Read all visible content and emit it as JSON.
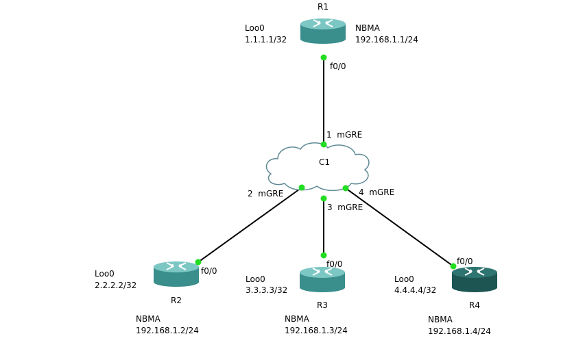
{
  "colors": {
    "router_teal": "#3a8e8c",
    "router_top": "#7cc7c4",
    "router_dark": "#1d5552",
    "router_dark_top": "#2e7470",
    "link": "#000000",
    "port_dot": "#22dd22",
    "cloud_stroke": "#5f8a96"
  },
  "cloud": {
    "name": "C1"
  },
  "routers": {
    "r1": {
      "name": "R1",
      "loopback_label": "Loo0",
      "loopback_ip": "1.1.1.1/32",
      "nbma_label": "NBMA",
      "nbma_ip": "192.168.1.1/24",
      "port": "f0/0",
      "icon": "router-icon"
    },
    "r2": {
      "name": "R2",
      "loopback_label": "Loo0",
      "loopback_ip": "2.2.2.2/32",
      "nbma_label": "NBMA",
      "nbma_ip": "192.168.1.2/24",
      "port": "f0/0",
      "icon": "router-icon"
    },
    "r3": {
      "name": "R3",
      "loopback_label": "Loo0",
      "loopback_ip": "3.3.3.3/32",
      "nbma_label": "NBMA",
      "nbma_ip": "192.168.1.3/24",
      "port": "f0/0",
      "icon": "router-icon"
    },
    "r4": {
      "name": "R4",
      "loopback_label": "Loo0",
      "loopback_ip": "4.4.4.4/32",
      "nbma_label": "NBMA",
      "nbma_ip": "192.168.1.4/24",
      "port": "f0/0",
      "icon": "router-icon"
    }
  },
  "cloud_ports": {
    "p1": "1  mGRE",
    "p2": "2  mGRE",
    "p3": "3  mGRE",
    "p4": "4  mGRE"
  }
}
